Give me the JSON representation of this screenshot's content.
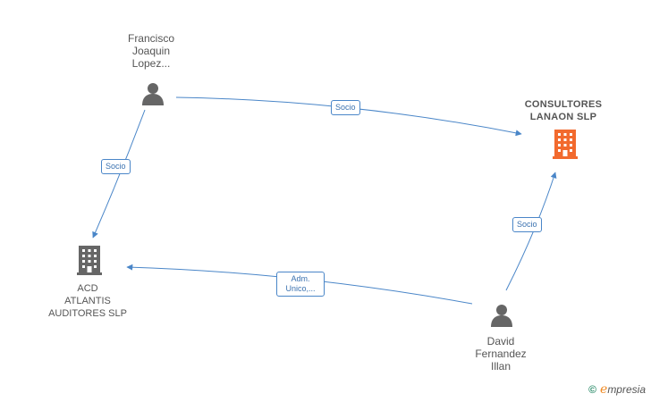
{
  "nodes": {
    "francisco": {
      "label": "Francisco\nJoaquin\nLopez...",
      "icon": "person-icon"
    },
    "consultores": {
      "label": "CONSULTORES\nLANAON SLP",
      "icon": "building-icon",
      "color": "#f26a2e"
    },
    "acd": {
      "label": "ACD\nATLANTIS\nAUDITORES SLP",
      "icon": "building-icon",
      "color": "#666666"
    },
    "david": {
      "label": "David\nFernandez\nIllan",
      "icon": "person-icon"
    }
  },
  "edges": {
    "francisco_consultores": {
      "label": "Socio"
    },
    "francisco_acd": {
      "label": "Socio"
    },
    "david_consultores": {
      "label": "Socio"
    },
    "david_acd": {
      "label": "Adm.\nUnico,..."
    }
  },
  "footer": {
    "copyright": "©",
    "brand_first": "e",
    "brand_rest": "mpresia"
  },
  "colors": {
    "edge": "#4a86c8",
    "person": "#666666"
  }
}
